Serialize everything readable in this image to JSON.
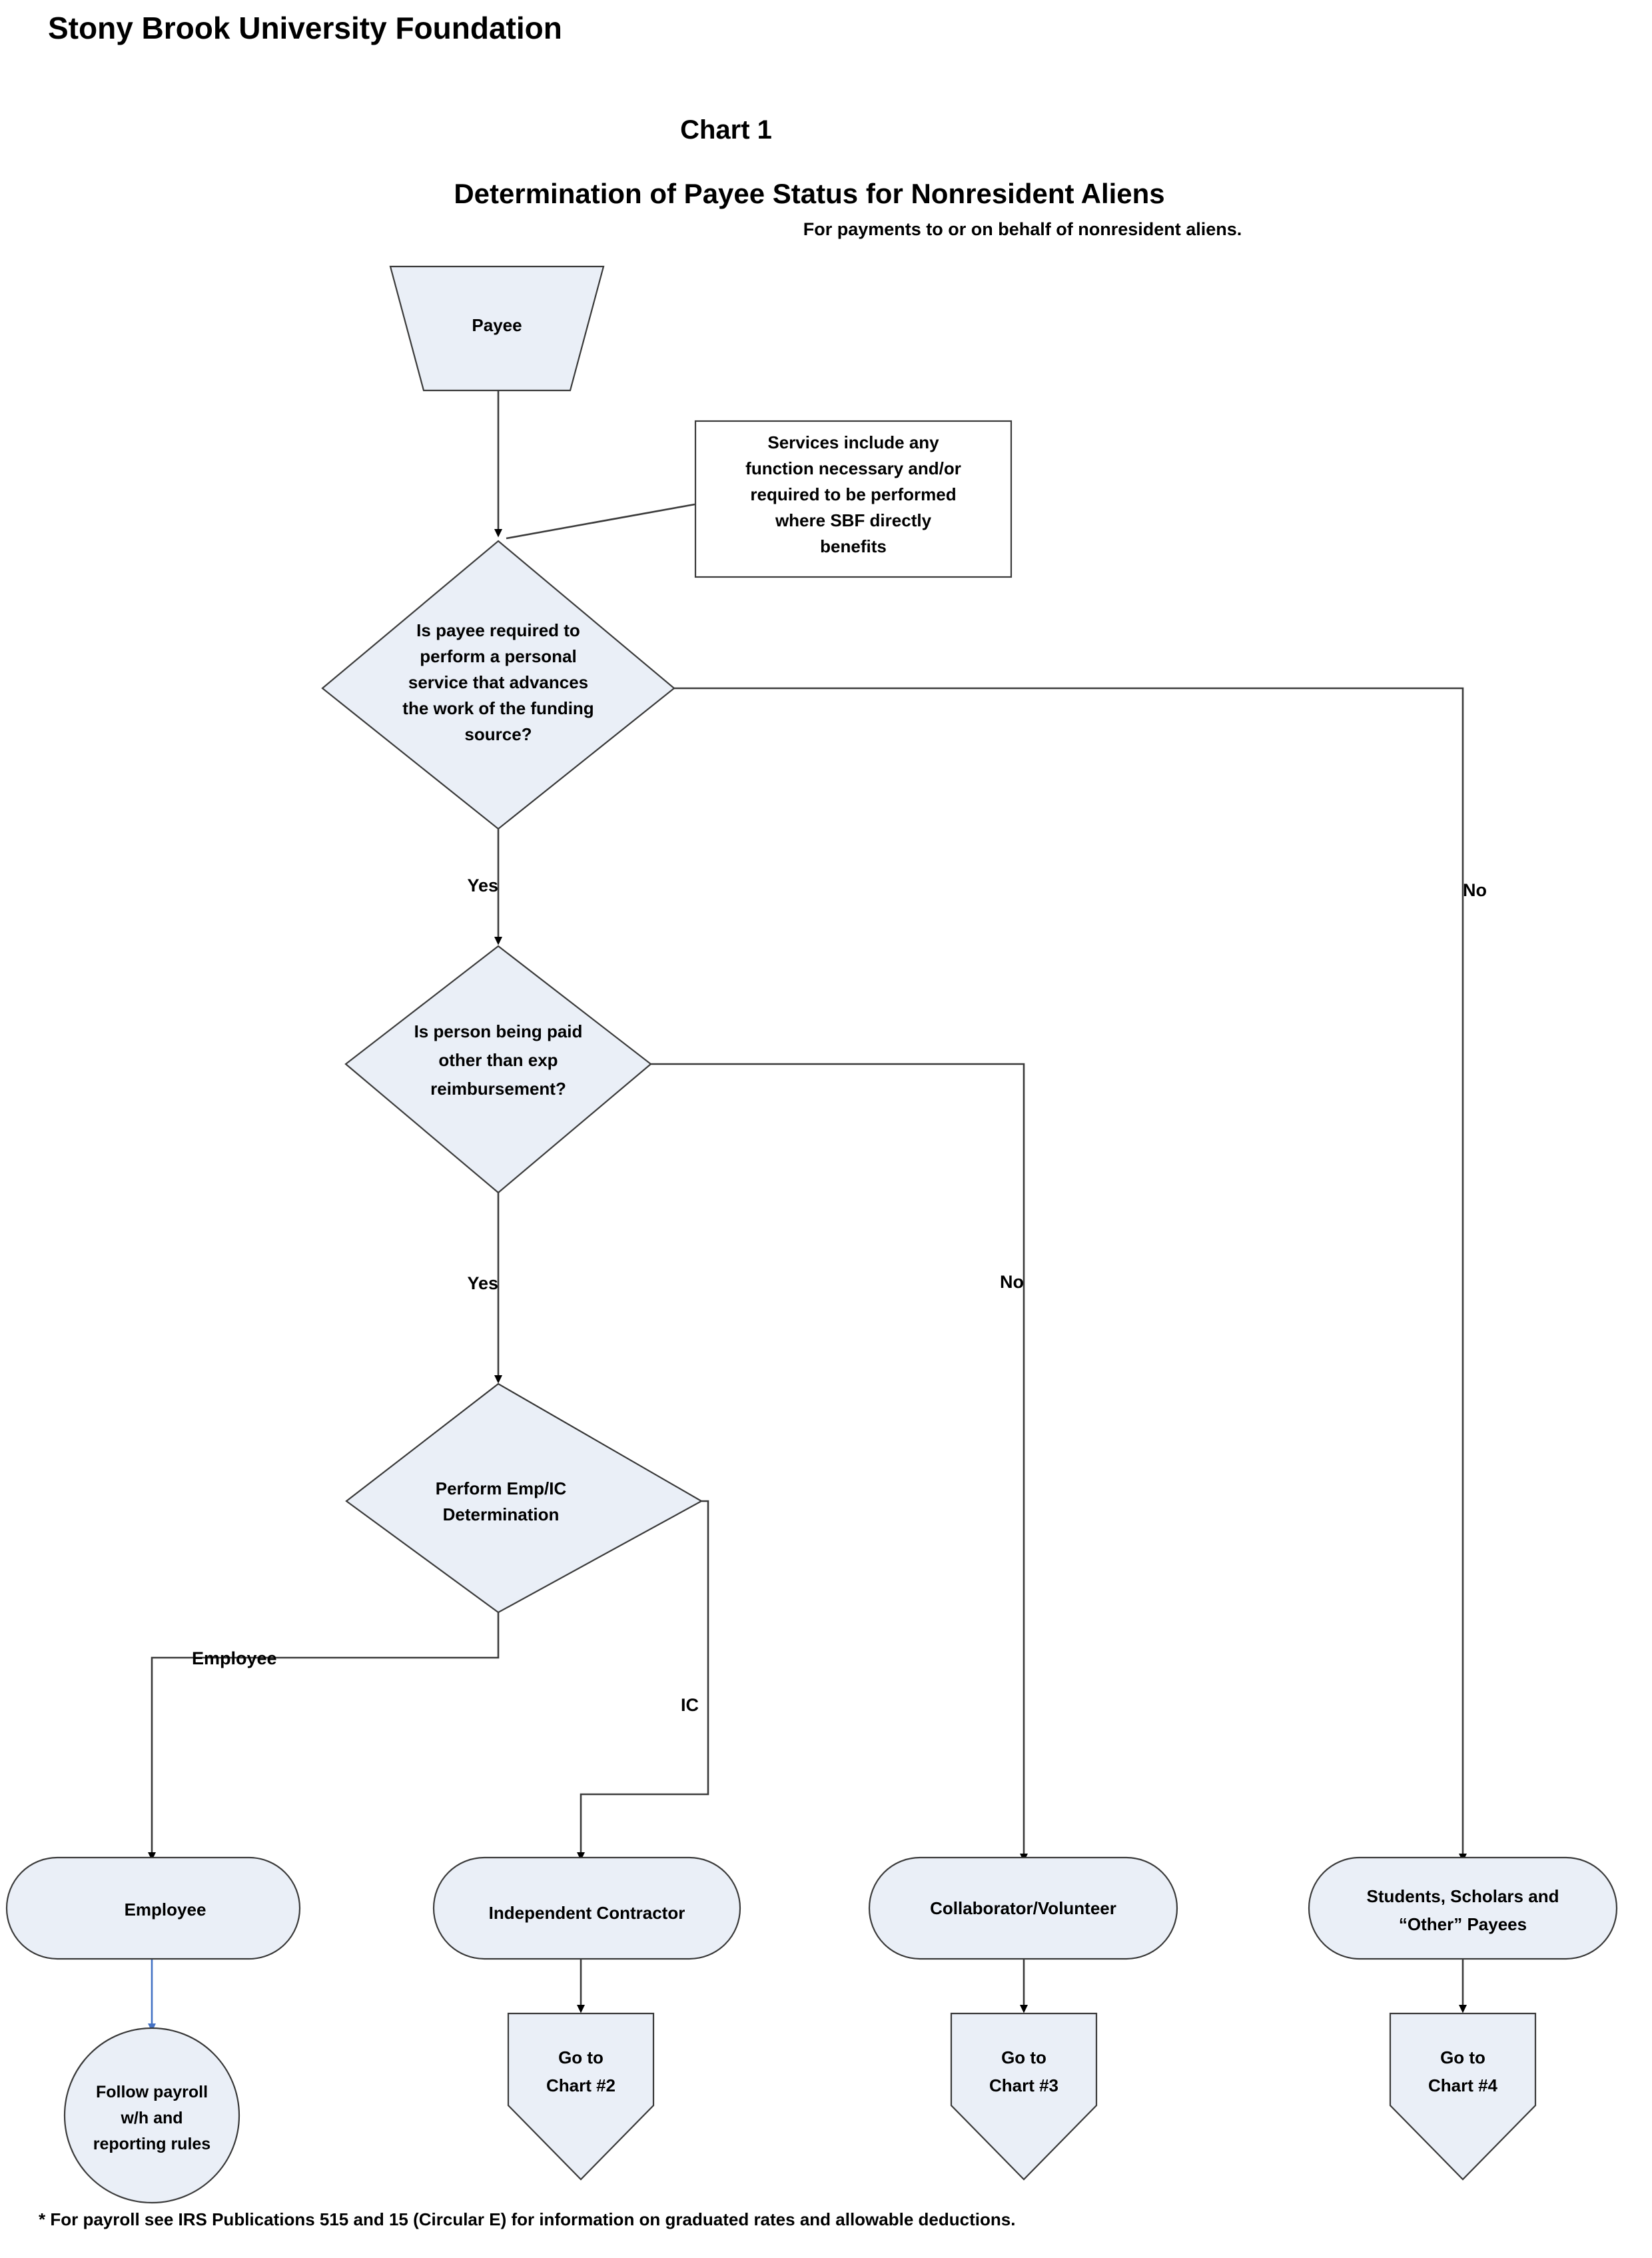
{
  "header": {
    "organization": "Stony Brook University Foundation",
    "chart_number": "Chart 1",
    "title": "Determination of Payee Status for Nonresident Aliens",
    "subtitle": "For payments to or on behalf of nonresident aliens."
  },
  "footnote": "* For payroll see IRS Publications 515 and 15 (Circular E) for information on graduated rates and allowable deductions.",
  "nodes": {
    "start": {
      "label": "Payee",
      "shape": "trapezoid"
    },
    "note_services": {
      "line1": "Services include any",
      "line2": "function necessary and/or",
      "line3": "required to be performed",
      "line4": "where SBF directly",
      "line5": "benefits",
      "shape": "note-box"
    },
    "decision1": {
      "line1": "Is payee required to",
      "line2": "perform a personal",
      "line3": "service that advances",
      "line4": "the work of the funding",
      "line5": "source?",
      "shape": "diamond"
    },
    "decision2": {
      "line1": "Is person being paid",
      "line2": "other than exp",
      "line3": "reimbursement?",
      "shape": "diamond"
    },
    "decision3": {
      "line1": "Perform Emp/IC",
      "line2": "Determination",
      "shape": "diamond"
    },
    "employee": {
      "label": "Employee",
      "shape": "stadium"
    },
    "independent_contractor": {
      "label": "Independent Contractor",
      "shape": "stadium"
    },
    "collaborator": {
      "label": "Collaborator/Volunteer",
      "shape": "stadium"
    },
    "students": {
      "line1": "Students, Scholars and",
      "line2": "“Other” Payees",
      "shape": "stadium"
    },
    "payroll_circle": {
      "line1": "Follow payroll",
      "line2": "w/h and",
      "line3": "reporting rules",
      "shape": "circle"
    },
    "goto2": {
      "line1": "Go to",
      "line2": "Chart #2",
      "shape": "pentagon-down"
    },
    "goto3": {
      "line1": "Go to",
      "line2": "Chart #3",
      "shape": "pentagon-down"
    },
    "goto4": {
      "line1": "Go to",
      "line2": "Chart #4",
      "shape": "pentagon-down"
    }
  },
  "edge_labels": {
    "d1_yes": "Yes",
    "d1_no": "No",
    "d2_yes": "Yes",
    "d2_no": "No",
    "d3_employee": "Employee",
    "d3_ic": "IC"
  },
  "colors": {
    "shape_fill": "#eaeff7",
    "shape_stroke": "#3a3a3a",
    "connector": "#3a3a3a",
    "accent_blue": "#4472c4",
    "text": "#000000",
    "background": "#ffffff"
  }
}
